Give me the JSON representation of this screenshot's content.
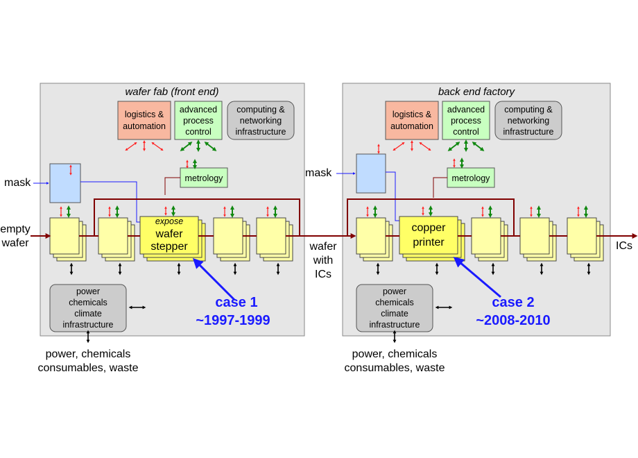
{
  "left_factory": {
    "title": "wafer fab (front end)",
    "logistics": [
      "logistics &",
      "automation"
    ],
    "apc": [
      "advanced",
      "process",
      "control"
    ],
    "computing": [
      "computing &",
      "networking",
      "infrastructure"
    ],
    "metrology": "metrology",
    "utilities": [
      "power",
      "chemicals",
      "climate",
      "infrastructure"
    ],
    "key_step": {
      "top": "expose",
      "line1": "wafer",
      "line2": "stepper"
    },
    "case_label": "case 1",
    "case_years": "~1997-1999"
  },
  "right_factory": {
    "title": "back end factory",
    "logistics": [
      "logistics &",
      "automation"
    ],
    "apc": [
      "advanced",
      "process",
      "control"
    ],
    "computing": [
      "computing &",
      "networking",
      "infrastructure"
    ],
    "metrology": "metrology",
    "utilities": [
      "power",
      "chemicals",
      "climate",
      "infrastructure"
    ],
    "key_step": {
      "line1": "copper",
      "line2": "printer"
    },
    "case_label": "case 2",
    "case_years": "~2008-2010"
  },
  "external": {
    "mask_left": "mask",
    "mask_right": "mask",
    "input": [
      "empty",
      "wafer"
    ],
    "middle": [
      "wafer",
      "with",
      "ICs"
    ],
    "output": "ICs",
    "supplies_left": [
      "power, chemicals",
      "consumables, waste"
    ],
    "supplies_right": [
      "power, chemicals",
      "consumables, waste"
    ]
  },
  "colors": {
    "factory_bg": "#e6e6e6",
    "logistics": "#f8b8a0",
    "apc": "#c8ffc0",
    "computing": "#cccccc",
    "machine": "#ffffa8",
    "key_machine": "#ffff66",
    "mask_box": "#c0dcff",
    "flow": "#800000",
    "case": "#1a1aff"
  }
}
